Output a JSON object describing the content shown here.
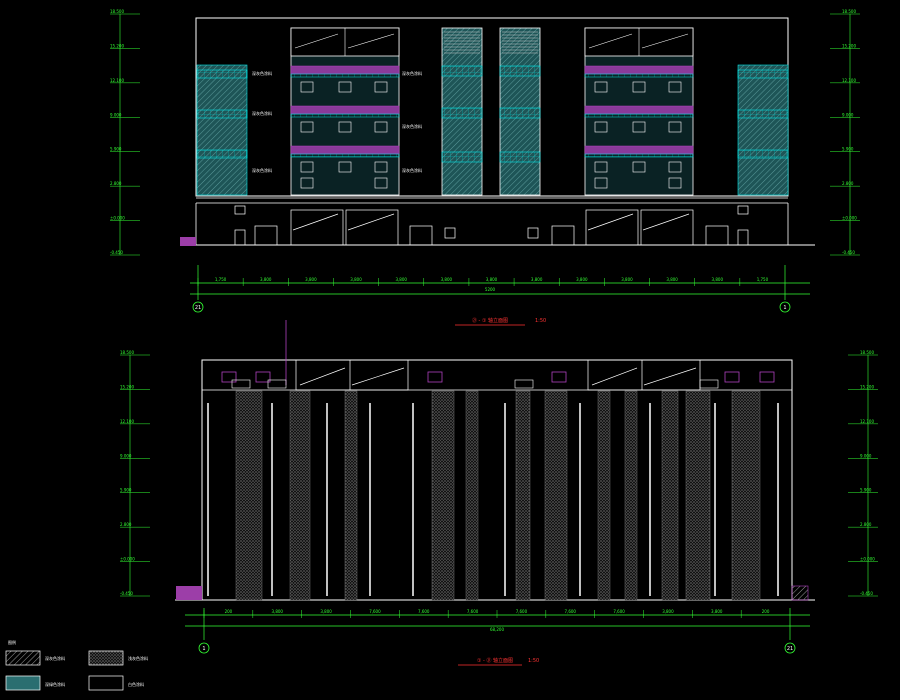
{
  "drawing": {
    "colors": {
      "background": "#000000",
      "outline": "#ffffff",
      "dimension": "#33ff33",
      "cyan": "#00e5e5",
      "magenta": "#b040c0",
      "teal_fill": "#2a6e70",
      "title_red": "#ff3030"
    },
    "elevations": [
      {
        "id": "elevation-upper",
        "title": "㉑ - ① 轴立面图",
        "scale": "1:50",
        "axis_left": "21",
        "axis_right": "1",
        "total_dim": "5200",
        "dims": [
          "1,750",
          "3,800",
          "3,800",
          "3,800",
          "3,800",
          "3,800",
          "3,800",
          "3,800",
          "3,800",
          "3,800",
          "3,800",
          "3,800",
          "1,750"
        ],
        "level_marks_left": [
          "18.500",
          "15.200",
          "12.100",
          "9.000",
          "5.900",
          "2.800",
          "±0.000",
          "-0.450"
        ],
        "level_marks_right": [
          "18.500",
          "15.200",
          "12.100",
          "9.000",
          "5.900",
          "2.800",
          "±0.000",
          "-0.450"
        ],
        "labels": [
          "深灰色涂料",
          "深灰色涂料",
          "深灰色涂料",
          "深灰色涂料",
          "深灰色涂料",
          "深灰色涂料"
        ]
      },
      {
        "id": "elevation-lower",
        "title": "① - ㉑ 轴立面图",
        "scale": "1:50",
        "axis_left": "1",
        "axis_right": "21",
        "total_dim": "68,200",
        "dims": [
          "200",
          "3,800",
          "3,800",
          "7,600",
          "7,600",
          "7,600",
          "7,600",
          "7,600",
          "7,600",
          "3,800",
          "3,800",
          "200"
        ],
        "level_marks_left": [
          "18.500",
          "15.200",
          "12.100",
          "9.000",
          "5.900",
          "2.800",
          "±0.000",
          "-0.450"
        ],
        "level_marks_right": [
          "18.500",
          "15.200",
          "12.100",
          "9.000",
          "5.900",
          "2.800",
          "±0.000",
          "-0.450"
        ]
      }
    ],
    "legend_title": "图例",
    "legend": [
      {
        "label": "深灰色涂料",
        "pattern": "hatch"
      },
      {
        "label": "浅灰色涂料",
        "pattern": "dots"
      },
      {
        "label": "深绿色涂料",
        "pattern": "teal"
      },
      {
        "label": "白色涂料",
        "pattern": "white"
      }
    ]
  }
}
